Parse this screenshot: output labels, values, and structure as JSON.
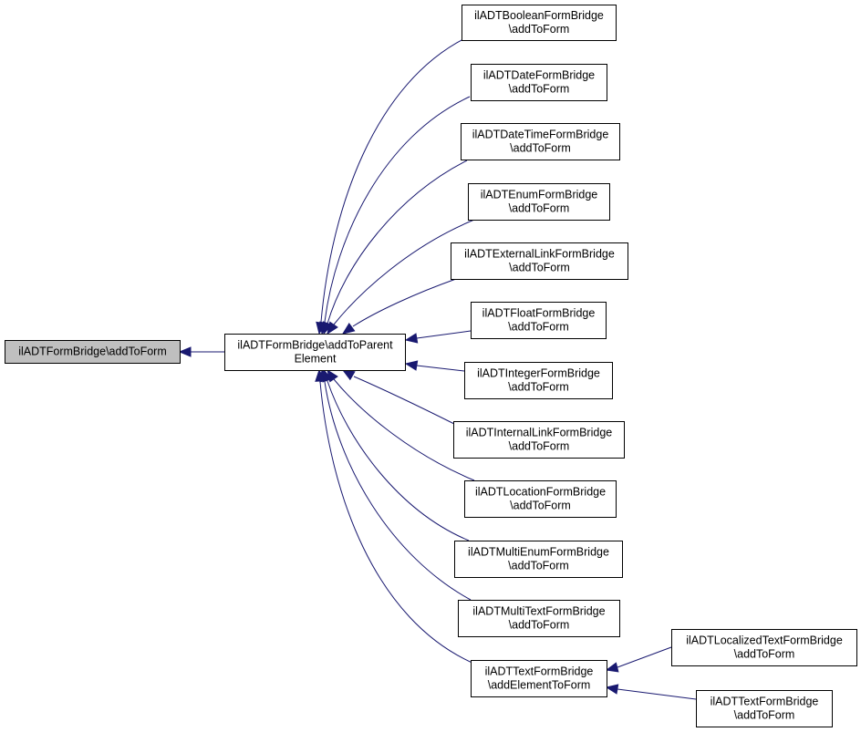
{
  "graph": {
    "nodes": [
      {
        "id": "root",
        "lines": [
          "ilADTFormBridge\\addToForm"
        ]
      },
      {
        "id": "parent",
        "lines": [
          "ilADTFormBridge\\addToParent",
          "Element"
        ]
      },
      {
        "id": "boolean",
        "lines": [
          "ilADTBooleanFormBridge",
          "\\addToForm"
        ]
      },
      {
        "id": "date",
        "lines": [
          "ilADTDateFormBridge",
          "\\addToForm"
        ]
      },
      {
        "id": "datetime",
        "lines": [
          "ilADTDateTimeFormBridge",
          "\\addToForm"
        ]
      },
      {
        "id": "enum",
        "lines": [
          "ilADTEnumFormBridge",
          "\\addToForm"
        ]
      },
      {
        "id": "extlink",
        "lines": [
          "ilADTExternalLinkFormBridge",
          "\\addToForm"
        ]
      },
      {
        "id": "float",
        "lines": [
          "ilADTFloatFormBridge",
          "\\addToForm"
        ]
      },
      {
        "id": "integer",
        "lines": [
          "ilADTIntegerFormBridge",
          "\\addToForm"
        ]
      },
      {
        "id": "intlink",
        "lines": [
          "ilADTInternalLinkFormBridge",
          "\\addToForm"
        ]
      },
      {
        "id": "location",
        "lines": [
          "ilADTLocationFormBridge",
          "\\addToForm"
        ]
      },
      {
        "id": "multienum",
        "lines": [
          "ilADTMultiEnumFormBridge",
          "\\addToForm"
        ]
      },
      {
        "id": "multitext",
        "lines": [
          "ilADTMultiTextFormBridge",
          "\\addToForm"
        ]
      },
      {
        "id": "textelem",
        "lines": [
          "ilADTTextFormBridge",
          "\\addElementToForm"
        ]
      },
      {
        "id": "loctext",
        "lines": [
          "ilADTLocalizedTextFormBridge",
          "\\addToForm"
        ]
      },
      {
        "id": "text",
        "lines": [
          "ilADTTextFormBridge",
          "\\addToForm"
        ]
      }
    ],
    "edges": [
      {
        "from": "parent",
        "to": "root"
      },
      {
        "from": "boolean",
        "to": "parent"
      },
      {
        "from": "date",
        "to": "parent"
      },
      {
        "from": "datetime",
        "to": "parent"
      },
      {
        "from": "enum",
        "to": "parent"
      },
      {
        "from": "extlink",
        "to": "parent"
      },
      {
        "from": "float",
        "to": "parent"
      },
      {
        "from": "integer",
        "to": "parent"
      },
      {
        "from": "intlink",
        "to": "parent"
      },
      {
        "from": "location",
        "to": "parent"
      },
      {
        "from": "multienum",
        "to": "parent"
      },
      {
        "from": "multitext",
        "to": "parent"
      },
      {
        "from": "textelem",
        "to": "parent"
      },
      {
        "from": "loctext",
        "to": "textelem"
      },
      {
        "from": "text",
        "to": "textelem"
      }
    ]
  },
  "colors": {
    "edge": "#191970",
    "root_fill": "#bfbfbf",
    "node_fill": "#ffffff",
    "border": "#000000"
  }
}
